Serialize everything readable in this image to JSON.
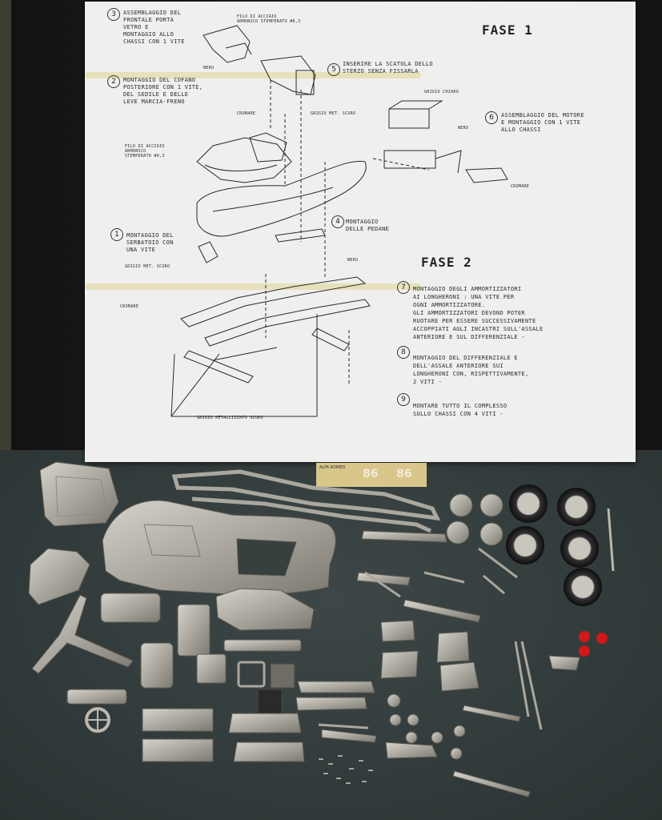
{
  "sheet": {
    "fase1": "FASE 1",
    "fase2": "FASE 2",
    "steps": {
      "s3": {
        "num": "3",
        "text": "ASSEMBLAGGIO DEL\nFRONTALE PORTA\nVETRO E\nMONTAGGIO ALLO\nCHASSI CON 1 VITE"
      },
      "s2": {
        "num": "2",
        "text": "MONTAGGIO DEL COFANO\nPOSTERIORE CON 1 VITE,\nDEL SEDILE E DELLE\nLEVE MARCIA-FRENO"
      },
      "s5": {
        "num": "5",
        "text": "INSERIRE LA SCATOLA DELLO\nSTERZO SENZA FISSARLA"
      },
      "s6": {
        "num": "6",
        "text": "ASSEMBLAGGIO DEL MOTORE\nE MONTAGGIO CON 1 VITE\nALLO CHASSI"
      },
      "s1": {
        "num": "1",
        "text": "MONTAGGIO DEL\nSERBATOIO CON\nUNA VITE"
      },
      "s4": {
        "num": "4",
        "text": "MONTAGGIO\nDELLE PEDANE"
      },
      "s7": {
        "num": "7",
        "text": "MONTAGGIO DEGLI AMMORTIZZATORI\nAI LONGHERONI : UNA VITE PER\nOGNI AMMORTIZZATORE.\nGLI AMMORTIZZATORI DEVONO POTER\nRUOTARE PER ESSERE SUCCESSIVAMENTE\nACCOPPIATI AGLI INCASTRI SULL'ASSALE\nANTERIORE E SUL DIFFERENZIALE -"
      },
      "s8": {
        "num": "8",
        "text": "MONTAGGIO DEL DIFFERENZIALE E\nDELL'ASSALE ANTERIORE SUI\nLONGHERONI CON, RISPETTIVAMENTE,\n2 VITI -"
      },
      "s9": {
        "num": "9",
        "text": "MONTARE TUTTO IL COMPLESSO\nSULLO CHASSI CON 4 VITI -"
      }
    },
    "labels": {
      "filo_top": "FILO DI ACCIAIO\nARMONICO STEMPERATO #0,3",
      "nero_top": "NERO",
      "cromare_1": "CROMARE",
      "grigio_scuro_1": "GRIGIO MET. SCURO",
      "grigio_chiaro": "GRIGIO CHIARO",
      "nero_mid": "NERO",
      "filo_left": "FILO DI ACCIAIO\nARMONICO\nSTEMPERATO #0,3",
      "cromare_2": "CROMARE",
      "grigio_scuro_2": "GRIGIO MET. SCURO",
      "nero_low": "NERO",
      "cromare_3": "CROMARE",
      "grigio_metallizzato": "GRIGIO METALLIZZATO SCURO"
    }
  },
  "decal": {
    "small_text": "ALFA ROMEO",
    "number_1": "86",
    "number_2": "86"
  },
  "colors": {
    "paper": "#efefee",
    "ink": "#2a2a2a",
    "mat": "#37403f",
    "metal": "#b9b6ad",
    "metal_dark": "#7f7c74",
    "tyre": "#151515",
    "lens_red": "#d01818",
    "decal": "#d8c68b"
  }
}
